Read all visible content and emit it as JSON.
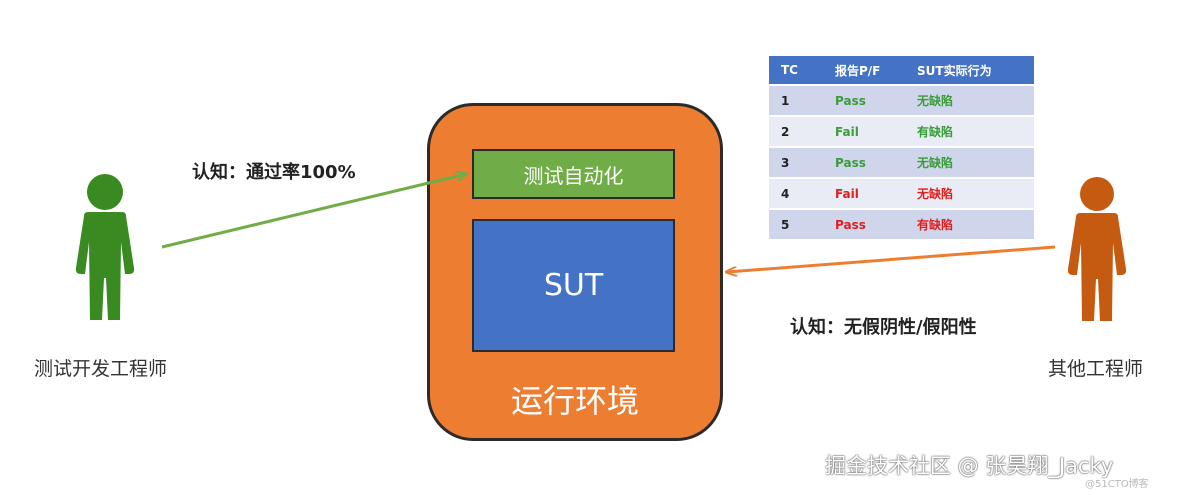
{
  "left_actor": {
    "label": "测试开发工程师",
    "cognition": "认知：通过率100%",
    "color": "#3a8a22"
  },
  "right_actor": {
    "label": "其他工程师",
    "cognition": "认知：无假阴性/假阳性",
    "color": "#c55a11"
  },
  "environment": {
    "label": "运行环境",
    "color": "#ed7d31"
  },
  "automation": {
    "label": "测试自动化",
    "color": "#70ad47"
  },
  "sut": {
    "label": "SUT",
    "color": "#4472c4"
  },
  "arrows": {
    "left_color": "#70ad47",
    "right_color": "#ed7d31"
  },
  "tc_table": {
    "headers": [
      "TC",
      "报告P/F",
      "SUT实际行为"
    ],
    "rows": [
      {
        "tc": "1",
        "report": "Pass",
        "actual": "无缺陷",
        "report_color": "#3a9d3a",
        "actual_color": "#3a9d3a"
      },
      {
        "tc": "2",
        "report": "Fail",
        "actual": "有缺陷",
        "report_color": "#3a9d3a",
        "actual_color": "#3a9d3a"
      },
      {
        "tc": "3",
        "report": "Pass",
        "actual": "无缺陷",
        "report_color": "#3a9d3a",
        "actual_color": "#3a9d3a"
      },
      {
        "tc": "4",
        "report": "Fail",
        "actual": "无缺陷",
        "report_color": "#e02020",
        "actual_color": "#e02020"
      },
      {
        "tc": "5",
        "report": "Pass",
        "actual": "有缺陷",
        "report_color": "#e02020",
        "actual_color": "#e02020"
      }
    ]
  },
  "watermark": "掘金技术社区 @ 张昊翔_Jacky",
  "watermark_small": "@51CTO博客"
}
